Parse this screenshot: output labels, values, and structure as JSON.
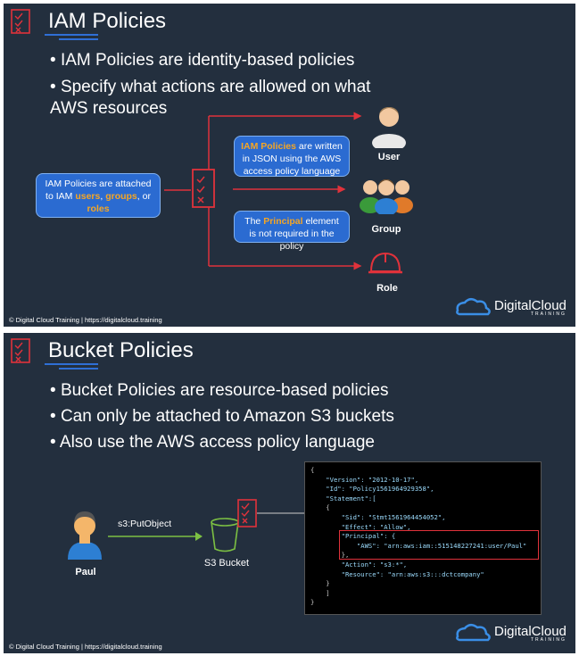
{
  "slide1": {
    "title": "IAM Policies",
    "bullets": [
      "IAM Policies are identity-based policies",
      "Specify what actions are allowed on what AWS resources"
    ],
    "callout_attached_prefix": "IAM Policies are attached to IAM ",
    "callout_users": "users",
    "callout_comma1": ", ",
    "callout_groups": "groups",
    "callout_or": ", or ",
    "callout_roles": "roles",
    "callout_json_hl": "IAM Policies",
    "callout_json_rest": " are written in JSON using the AWS access policy language",
    "callout_principal_pre": "The ",
    "callout_principal_hl": "Principal",
    "callout_principal_rest": " element is not required in the policy",
    "targets": [
      "User",
      "Group",
      "Role"
    ],
    "footer": "© Digital Cloud Training  |  https://digitalcloud.training",
    "logo": "DigitalCloud",
    "logo_sub": "TRAINING"
  },
  "slide2": {
    "title": "Bucket Policies",
    "bullets": [
      "Bucket Policies are resource-based policies",
      "Can only be attached to Amazon S3 buckets",
      "Also use the AWS access policy language"
    ],
    "action_label": "s3:PutObject",
    "user_label": "Paul",
    "bucket_label": "S3 Bucket",
    "code_lines": [
      "{",
      "    \"Version\": \"2012-10-17\",",
      "    \"Id\": \"Policy1561964929358\",",
      "    \"Statement\":[",
      "    {",
      "        \"Sid\": \"Stmt1561964454052\",",
      "        \"Effect\": \"Allow\",",
      "        \"Principal\": {",
      "            \"AWS\": \"arn:aws:iam::515148227241:user/Paul\"",
      "        },",
      "        \"Action\": \"s3:*\",",
      "        \"Resource\": \"arn:aws:s3:::dctcompany\"",
      "    }",
      "    ]",
      "}"
    ],
    "footer": "© Digital Cloud Training  |  https://digitalcloud.training",
    "logo": "DigitalCloud",
    "logo_sub": "TRAINING"
  },
  "colors": {
    "background": "#232f3e",
    "accent_red": "#e0323b",
    "accent_blue": "#2b6bd1",
    "highlight": "#f6a623",
    "arrow_green": "#7cc043"
  }
}
